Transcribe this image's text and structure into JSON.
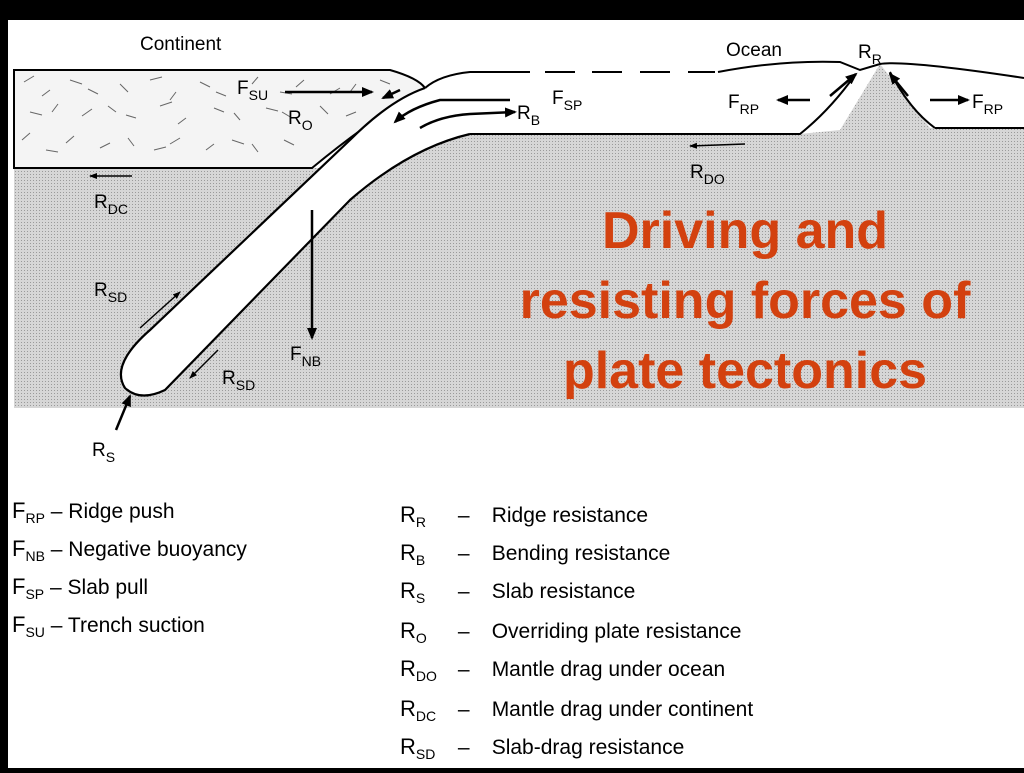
{
  "title": {
    "lines": [
      "Driving and",
      "resisting forces of",
      "plate tectonics"
    ],
    "color": "#d3410f"
  },
  "diagram": {
    "continent_label": "Continent",
    "ocean_label": "Ocean",
    "labels": {
      "fsu": {
        "main": "F",
        "sub": "SU"
      },
      "ro": {
        "main": "R",
        "sub": "O"
      },
      "rb": {
        "main": "R",
        "sub": "B"
      },
      "fsp": {
        "main": "F",
        "sub": "SP"
      },
      "frp_left": {
        "main": "F",
        "sub": "RP"
      },
      "rr": {
        "main": "R",
        "sub": "R"
      },
      "frp_right": {
        "main": "F",
        "sub": "RP"
      },
      "rdo": {
        "main": "R",
        "sub": "DO"
      },
      "rdc": {
        "main": "R",
        "sub": "DC"
      },
      "rsd_upper": {
        "main": "R",
        "sub": "SD"
      },
      "fnb": {
        "main": "F",
        "sub": "NB"
      },
      "rsd_lower": {
        "main": "R",
        "sub": "SD"
      },
      "rs": {
        "main": "R",
        "sub": "S"
      }
    }
  },
  "legend": {
    "dash": "–",
    "driving": [
      {
        "sym": "F",
        "sub": "RP",
        "desc": "Ridge push"
      },
      {
        "sym": "F",
        "sub": "NB",
        "desc": "Negative buoyancy"
      },
      {
        "sym": "F",
        "sub": "SP",
        "desc": "Slab pull"
      },
      {
        "sym": "F",
        "sub": "SU",
        "desc": "Trench suction"
      }
    ],
    "resisting": [
      {
        "sym": "R",
        "sub": "R",
        "desc": "Ridge resistance"
      },
      {
        "sym": "R",
        "sub": "B",
        "desc": "Bending resistance"
      },
      {
        "sym": "R",
        "sub": "S",
        "desc": "Slab resistance"
      },
      {
        "sym": "R",
        "sub": "O",
        "desc": "Overriding plate resistance"
      },
      {
        "sym": "R",
        "sub": "DO",
        "desc": "Mantle drag under ocean"
      },
      {
        "sym": "R",
        "sub": "DC",
        "desc": "Mantle drag under continent"
      },
      {
        "sym": "R",
        "sub": "SD",
        "desc": "Slab-drag resistance"
      }
    ]
  }
}
